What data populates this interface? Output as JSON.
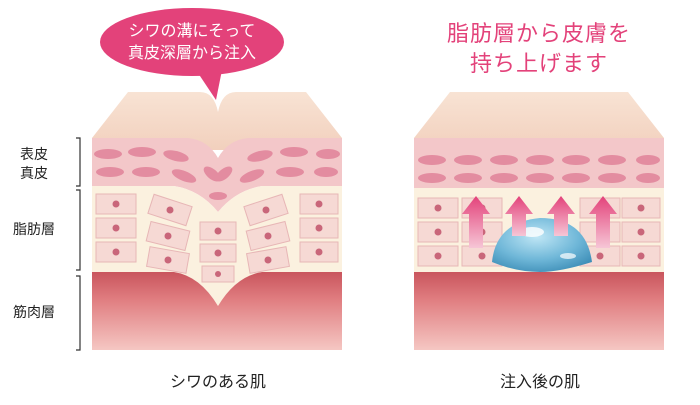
{
  "labels": {
    "epidermis": "表皮",
    "dermis": "真皮",
    "fat_layer": "脂肪層",
    "muscle_layer": "筋肉層"
  },
  "left_panel": {
    "bubble_line1": "シワの溝にそって",
    "bubble_line2": "真皮深層から注入",
    "caption": "シワのある肌"
  },
  "right_panel": {
    "title_line1": "脂肪層から皮膚を",
    "title_line2": "持ち上げます",
    "caption": "注入後の肌"
  },
  "colors": {
    "accent_pink": "#e3427a",
    "skin_top": "#f6dccb",
    "dermis_band": "#f3c7c9",
    "cell_oval": "#e38ca0",
    "fat_cell_fill": "#f6d9d4",
    "fat_bg": "#fbf1df",
    "muscle": "#d8666c",
    "filler": "#6fb7d8"
  }
}
